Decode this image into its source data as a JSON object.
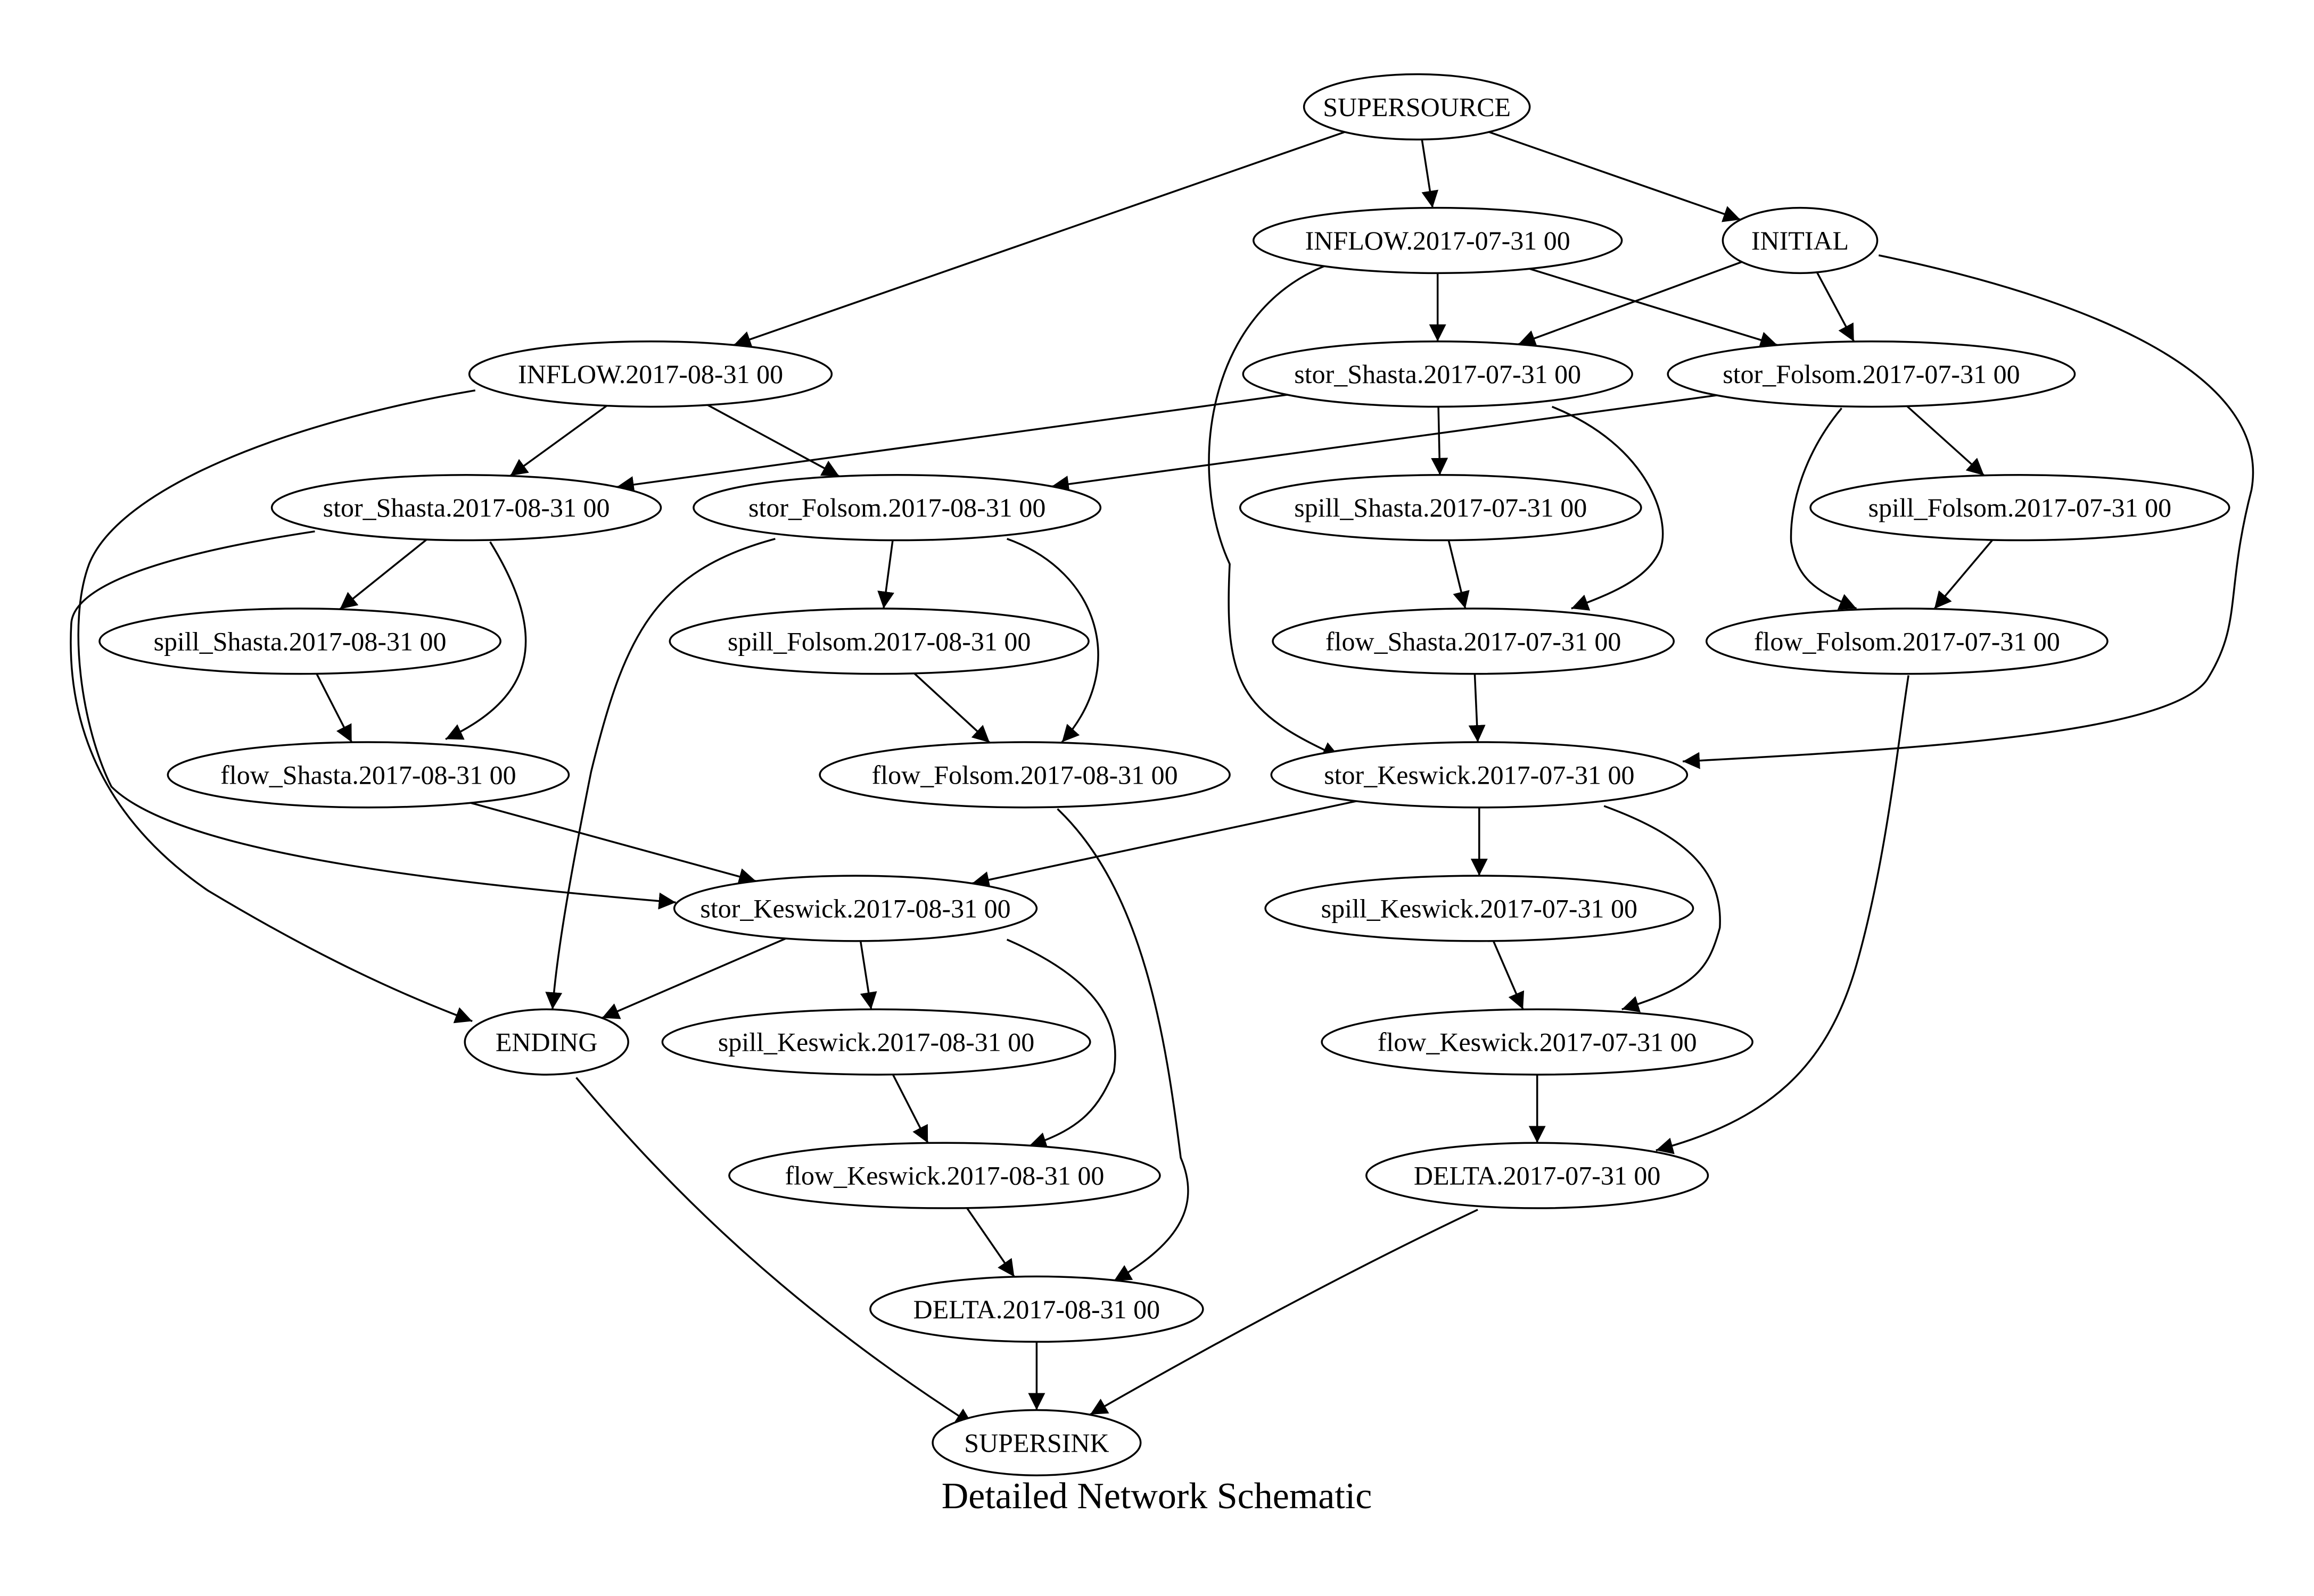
{
  "diagram": {
    "title": "Detailed Network Schematic",
    "nodes": {
      "supersource": "SUPERSOURCE",
      "inflow_07": "INFLOW.2017-07-31 00",
      "initial": "INITIAL",
      "inflow_08": "INFLOW.2017-08-31 00",
      "stor_shasta_07": "stor_Shasta.2017-07-31 00",
      "stor_folsom_07": "stor_Folsom.2017-07-31 00",
      "stor_shasta_08": "stor_Shasta.2017-08-31 00",
      "stor_folsom_08": "stor_Folsom.2017-08-31 00",
      "spill_shasta_07": "spill_Shasta.2017-07-31 00",
      "spill_folsom_07": "spill_Folsom.2017-07-31 00",
      "spill_shasta_08": "spill_Shasta.2017-08-31 00",
      "spill_folsom_08": "spill_Folsom.2017-08-31 00",
      "flow_shasta_07": "flow_Shasta.2017-07-31 00",
      "flow_folsom_07": "flow_Folsom.2017-07-31 00",
      "flow_shasta_08": "flow_Shasta.2017-08-31 00",
      "flow_folsom_08": "flow_Folsom.2017-08-31 00",
      "stor_keswick_07": "stor_Keswick.2017-07-31 00",
      "stor_keswick_08": "stor_Keswick.2017-08-31 00",
      "spill_keswick_07": "spill_Keswick.2017-07-31 00",
      "ending": "ENDING",
      "spill_keswick_08": "spill_Keswick.2017-08-31 00",
      "flow_keswick_07": "flow_Keswick.2017-07-31 00",
      "flow_keswick_08": "flow_Keswick.2017-08-31 00",
      "delta_07": "DELTA.2017-07-31 00",
      "delta_08": "DELTA.2017-08-31 00",
      "supersink": "SUPERSINK"
    },
    "edges": [
      [
        "supersource",
        "inflow_08"
      ],
      [
        "supersource",
        "inflow_07"
      ],
      [
        "supersource",
        "initial"
      ],
      [
        "inflow_07",
        "stor_shasta_07"
      ],
      [
        "inflow_07",
        "stor_folsom_07"
      ],
      [
        "inflow_07",
        "stor_keswick_07"
      ],
      [
        "initial",
        "stor_shasta_07"
      ],
      [
        "initial",
        "stor_folsom_07"
      ],
      [
        "initial",
        "stor_keswick_07"
      ],
      [
        "inflow_08",
        "stor_shasta_08"
      ],
      [
        "inflow_08",
        "stor_folsom_08"
      ],
      [
        "inflow_08",
        "stor_keswick_08"
      ],
      [
        "stor_shasta_07",
        "stor_shasta_08"
      ],
      [
        "stor_shasta_07",
        "spill_shasta_07"
      ],
      [
        "stor_shasta_07",
        "flow_shasta_07"
      ],
      [
        "stor_folsom_07",
        "stor_folsom_08"
      ],
      [
        "stor_folsom_07",
        "spill_folsom_07"
      ],
      [
        "stor_folsom_07",
        "flow_folsom_07"
      ],
      [
        "spill_shasta_07",
        "flow_shasta_07"
      ],
      [
        "spill_folsom_07",
        "flow_folsom_07"
      ],
      [
        "flow_shasta_07",
        "stor_keswick_07"
      ],
      [
        "flow_folsom_07",
        "delta_07"
      ],
      [
        "stor_shasta_08",
        "spill_shasta_08"
      ],
      [
        "stor_shasta_08",
        "flow_shasta_08"
      ],
      [
        "stor_shasta_08",
        "ending"
      ],
      [
        "stor_folsom_08",
        "spill_folsom_08"
      ],
      [
        "stor_folsom_08",
        "flow_folsom_08"
      ],
      [
        "stor_folsom_08",
        "ending"
      ],
      [
        "spill_shasta_08",
        "flow_shasta_08"
      ],
      [
        "spill_folsom_08",
        "flow_folsom_08"
      ],
      [
        "flow_shasta_08",
        "stor_keswick_08"
      ],
      [
        "flow_folsom_08",
        "delta_08"
      ],
      [
        "stor_keswick_07",
        "stor_keswick_08"
      ],
      [
        "stor_keswick_07",
        "spill_keswick_07"
      ],
      [
        "stor_keswick_07",
        "flow_keswick_07"
      ],
      [
        "spill_keswick_07",
        "flow_keswick_07"
      ],
      [
        "flow_keswick_07",
        "delta_07"
      ],
      [
        "stor_keswick_08",
        "ending"
      ],
      [
        "stor_keswick_08",
        "spill_keswick_08"
      ],
      [
        "stor_keswick_08",
        "flow_keswick_08"
      ],
      [
        "spill_keswick_08",
        "flow_keswick_08"
      ],
      [
        "flow_keswick_08",
        "delta_08"
      ],
      [
        "ending",
        "supersink"
      ],
      [
        "delta_08",
        "supersink"
      ],
      [
        "delta_07",
        "supersink"
      ]
    ]
  }
}
